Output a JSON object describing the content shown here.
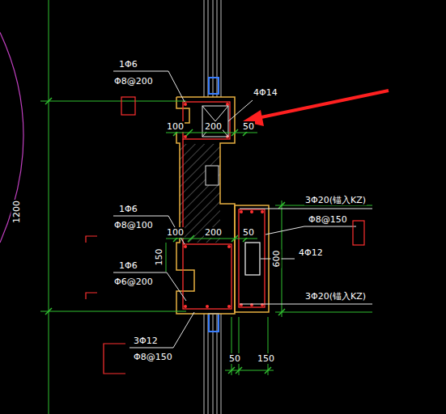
{
  "diagram": {
    "labels": [
      "1Φ6",
      "Φ8@200",
      "4Φ14",
      "100",
      "200",
      "50",
      "1200",
      "3Φ20(锚入KZ)",
      "Φ8@150",
      "1Φ6",
      "Φ8@100",
      "100",
      "200",
      "50",
      "4Φ12",
      "150",
      "600",
      "1Φ6",
      "Φ6@200",
      "3Φ20(锚入KZ)",
      "3Φ12",
      "Φ8@150",
      "50",
      "150"
    ]
  }
}
